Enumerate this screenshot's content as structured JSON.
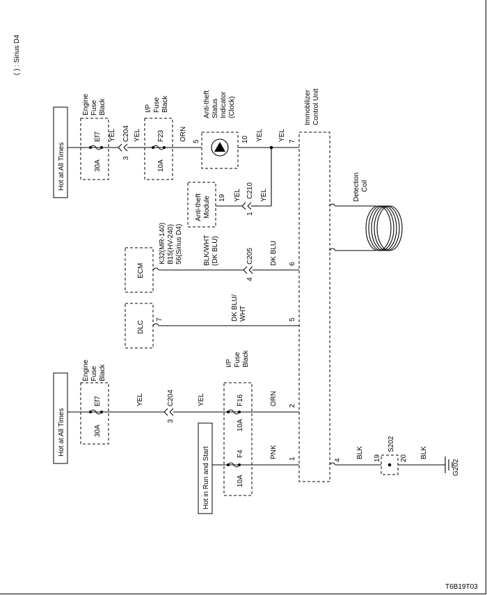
{
  "legend": "( ) : Sirius D4",
  "diagram_code": "T6B19T03",
  "power": {
    "hot1": "Hot at All Times",
    "hot2": "Hot at All Times",
    "hot_run": "Hot in Run and Start"
  },
  "fuse_box": {
    "engine1": [
      "Engine",
      "Fuse",
      "Black"
    ],
    "ip1": [
      "I/P",
      "Fuse",
      "Black"
    ],
    "engine2": [
      "Engine",
      "Fuse",
      "Black"
    ],
    "ip2": [
      "I/P",
      "Fuse",
      "Black"
    ]
  },
  "fuses": {
    "ef7_top": {
      "name": "Ef7",
      "rating": "30A"
    },
    "f23": {
      "name": "F23",
      "rating": "10A"
    },
    "ef7_bot": {
      "name": "Ef7",
      "rating": "30A"
    },
    "f16": {
      "name": "F16",
      "rating": "10A"
    },
    "f4": {
      "name": "F4",
      "rating": "10A"
    }
  },
  "connectors": {
    "c204_top": "C204",
    "c204_top_pin": "3",
    "c210": "C210",
    "c210_pin": "1",
    "c205": "C205",
    "c205_pin": "4",
    "c204_bot": "C204",
    "c204_bot_pin": "3",
    "s202": "S202",
    "s202_pin_a": "19",
    "s202_pin_b": "20"
  },
  "wires": {
    "yel": "YEL",
    "orn": "ORN",
    "blk_wht": [
      "BLK/WHT",
      "(DK BLU)"
    ],
    "dk_blu": "DK BLU",
    "dk_blu_wht": [
      "DK BLU/",
      "WHT"
    ],
    "pnk": "PNK",
    "blk": "BLK"
  },
  "components": {
    "indicator": [
      "Anti-theft",
      "Status",
      "Indicator",
      "(Clock)"
    ],
    "indicator_pin_in": "5",
    "indicator_pin_out": "10",
    "antitheft_module": [
      "Anti-theft",
      "Module"
    ],
    "antitheft_pin": "19",
    "ecm": "ECM",
    "ecm_pins": [
      "K32(MR-140)",
      "B15(HV-240)",
      "56(Sirius D4)"
    ],
    "dlc": "DLC",
    "dlc_pin": "7",
    "icu": [
      "Immobilizer",
      "Control Unit"
    ],
    "icu_pins": {
      "p7": "7",
      "p6": "6",
      "p5": "5",
      "p2": "2",
      "p1": "1",
      "p4": "4"
    },
    "coil": [
      "Detection",
      "Coil"
    ],
    "ground": "G202"
  }
}
